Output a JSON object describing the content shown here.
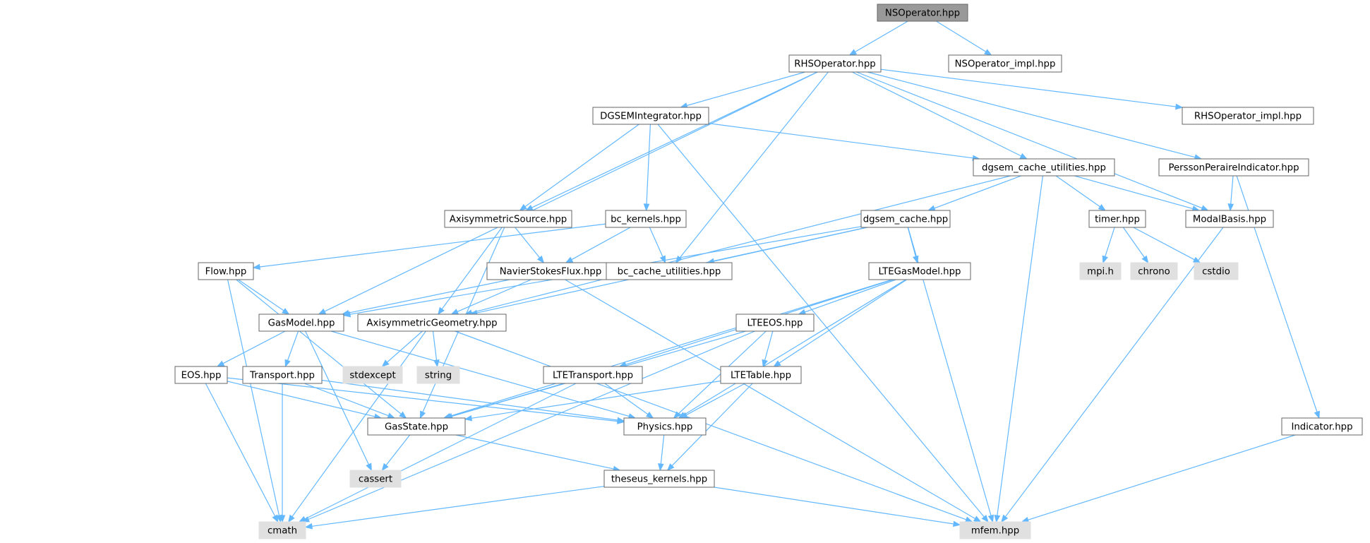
{
  "colors": {
    "edge": "#63b8ff",
    "node_border": "#666666",
    "root_fill": "#999999",
    "header_fill": "#ffffff",
    "system_fill": "#e0e0e0"
  },
  "nodes": [
    {
      "id": "NSOperator",
      "label": "NSOperator.hpp",
      "kind": "root"
    },
    {
      "id": "RHSOperator",
      "label": "RHSOperator.hpp",
      "kind": "header"
    },
    {
      "id": "NSOperator_impl",
      "label": "NSOperator_impl.hpp",
      "kind": "header"
    },
    {
      "id": "DGSEMIntegrator",
      "label": "DGSEMIntegrator.hpp",
      "kind": "header"
    },
    {
      "id": "RHSOperator_impl",
      "label": "RHSOperator_impl.hpp",
      "kind": "header"
    },
    {
      "id": "dgsem_cache_utilities",
      "label": "dgsem_cache_utilities.hpp",
      "kind": "header"
    },
    {
      "id": "PerssonPeraireIndicator",
      "label": "PerssonPeraireIndicator.hpp",
      "kind": "header"
    },
    {
      "id": "AxisymmetricSource",
      "label": "AxisymmetricSource.hpp",
      "kind": "header"
    },
    {
      "id": "bc_kernels",
      "label": "bc_kernels.hpp",
      "kind": "header"
    },
    {
      "id": "dgsem_cache",
      "label": "dgsem_cache.hpp",
      "kind": "header"
    },
    {
      "id": "timer",
      "label": "timer.hpp",
      "kind": "header"
    },
    {
      "id": "ModalBasis",
      "label": "ModalBasis.hpp",
      "kind": "header"
    },
    {
      "id": "Flow",
      "label": "Flow.hpp",
      "kind": "header"
    },
    {
      "id": "NavierStokesFlux",
      "label": "NavierStokesFlux.hpp",
      "kind": "header"
    },
    {
      "id": "bc_cache_utilities",
      "label": "bc_cache_utilities.hpp",
      "kind": "header"
    },
    {
      "id": "LTEGasModel",
      "label": "LTEGasModel.hpp",
      "kind": "header"
    },
    {
      "id": "mpi_h",
      "label": "mpi.h",
      "kind": "system"
    },
    {
      "id": "chrono",
      "label": "chrono",
      "kind": "system"
    },
    {
      "id": "cstdio",
      "label": "cstdio",
      "kind": "system"
    },
    {
      "id": "GasModel",
      "label": "GasModel.hpp",
      "kind": "header"
    },
    {
      "id": "AxisymmetricGeometry",
      "label": "AxisymmetricGeometry.hpp",
      "kind": "header"
    },
    {
      "id": "LTEEOS",
      "label": "LTEEOS.hpp",
      "kind": "header"
    },
    {
      "id": "EOS",
      "label": "EOS.hpp",
      "kind": "header"
    },
    {
      "id": "Transport",
      "label": "Transport.hpp",
      "kind": "header"
    },
    {
      "id": "stdexcept",
      "label": "stdexcept",
      "kind": "system"
    },
    {
      "id": "string",
      "label": "string",
      "kind": "system"
    },
    {
      "id": "LTETransport",
      "label": "LTETransport.hpp",
      "kind": "header"
    },
    {
      "id": "LTETable",
      "label": "LTETable.hpp",
      "kind": "header"
    },
    {
      "id": "Indicator",
      "label": "Indicator.hpp",
      "kind": "header"
    },
    {
      "id": "GasState",
      "label": "GasState.hpp",
      "kind": "header"
    },
    {
      "id": "Physics",
      "label": "Physics.hpp",
      "kind": "header"
    },
    {
      "id": "cassert",
      "label": "cassert",
      "kind": "system"
    },
    {
      "id": "theseus_kernels",
      "label": "theseus_kernels.hpp",
      "kind": "header"
    },
    {
      "id": "cmath",
      "label": "cmath",
      "kind": "system"
    },
    {
      "id": "mfem",
      "label": "mfem.hpp",
      "kind": "system"
    }
  ],
  "edges": [
    [
      "NSOperator",
      "RHSOperator"
    ],
    [
      "NSOperator",
      "NSOperator_impl"
    ],
    [
      "RHSOperator",
      "DGSEMIntegrator"
    ],
    [
      "RHSOperator",
      "RHSOperator_impl"
    ],
    [
      "RHSOperator",
      "PerssonPeraireIndicator"
    ],
    [
      "RHSOperator",
      "dgsem_cache_utilities"
    ],
    [
      "RHSOperator",
      "AxisymmetricSource"
    ],
    [
      "RHSOperator",
      "bc_cache_utilities"
    ],
    [
      "RHSOperator",
      "ModalBasis"
    ],
    [
      "RHSOperator",
      "GasModel"
    ],
    [
      "DGSEMIntegrator",
      "AxisymmetricSource"
    ],
    [
      "DGSEMIntegrator",
      "bc_kernels"
    ],
    [
      "DGSEMIntegrator",
      "dgsem_cache_utilities"
    ],
    [
      "DGSEMIntegrator",
      "mfem"
    ],
    [
      "dgsem_cache_utilities",
      "dgsem_cache"
    ],
    [
      "dgsem_cache_utilities",
      "timer"
    ],
    [
      "dgsem_cache_utilities",
      "ModalBasis"
    ],
    [
      "dgsem_cache_utilities",
      "mfem"
    ],
    [
      "dgsem_cache_utilities",
      "AxisymmetricGeometry"
    ],
    [
      "PerssonPeraireIndicator",
      "ModalBasis"
    ],
    [
      "PerssonPeraireIndicator",
      "Indicator"
    ],
    [
      "AxisymmetricSource",
      "NavierStokesFlux"
    ],
    [
      "AxisymmetricSource",
      "AxisymmetricGeometry"
    ],
    [
      "AxisymmetricSource",
      "GasState"
    ],
    [
      "bc_kernels",
      "Flow"
    ],
    [
      "bc_kernels",
      "NavierStokesFlux"
    ],
    [
      "bc_kernels",
      "bc_cache_utilities"
    ],
    [
      "dgsem_cache",
      "bc_cache_utilities"
    ],
    [
      "dgsem_cache",
      "LTEGasModel"
    ],
    [
      "dgsem_cache",
      "mfem"
    ],
    [
      "dgsem_cache",
      "GasModel"
    ],
    [
      "dgsem_cache",
      "AxisymmetricGeometry"
    ],
    [
      "timer",
      "mpi_h"
    ],
    [
      "timer",
      "chrono"
    ],
    [
      "timer",
      "cstdio"
    ],
    [
      "ModalBasis",
      "mfem"
    ],
    [
      "Flow",
      "GasModel"
    ],
    [
      "Flow",
      "cmath"
    ],
    [
      "Flow",
      "GasState"
    ],
    [
      "NavierStokesFlux",
      "GasModel"
    ],
    [
      "NavierStokesFlux",
      "AxisymmetricGeometry"
    ],
    [
      "NavierStokesFlux",
      "mfem"
    ],
    [
      "LTEGasModel",
      "LTEEOS"
    ],
    [
      "LTEGasModel",
      "LTETransport"
    ],
    [
      "LTEGasModel",
      "LTETable"
    ],
    [
      "LTEGasModel",
      "Physics"
    ],
    [
      "LTEGasModel",
      "GasState"
    ],
    [
      "GasModel",
      "EOS"
    ],
    [
      "GasModel",
      "Transport"
    ],
    [
      "GasModel",
      "Physics"
    ],
    [
      "GasModel",
      "cassert"
    ],
    [
      "AxisymmetricGeometry",
      "stdexcept"
    ],
    [
      "AxisymmetricGeometry",
      "string"
    ],
    [
      "AxisymmetricGeometry",
      "cmath"
    ],
    [
      "AxisymmetricGeometry",
      "mfem"
    ],
    [
      "LTEEOS",
      "LTETable"
    ],
    [
      "LTEEOS",
      "Physics"
    ],
    [
      "LTEEOS",
      "GasState"
    ],
    [
      "LTEEOS",
      "cmath"
    ],
    [
      "EOS",
      "GasState"
    ],
    [
      "EOS",
      "Physics"
    ],
    [
      "EOS",
      "cmath"
    ],
    [
      "Transport",
      "GasState"
    ],
    [
      "Transport",
      "Physics"
    ],
    [
      "Transport",
      "cmath"
    ],
    [
      "LTETransport",
      "GasState"
    ],
    [
      "LTETransport",
      "Physics"
    ],
    [
      "LTETransport",
      "cmath"
    ],
    [
      "LTETable",
      "GasState"
    ],
    [
      "LTETable",
      "Physics"
    ],
    [
      "LTETable",
      "theseus_kernels"
    ],
    [
      "Indicator",
      "mfem"
    ],
    [
      "GasState",
      "cassert"
    ],
    [
      "GasState",
      "theseus_kernels"
    ],
    [
      "Physics",
      "theseus_kernels"
    ],
    [
      "theseus_kernels",
      "cmath"
    ],
    [
      "theseus_kernels",
      "mfem"
    ]
  ]
}
